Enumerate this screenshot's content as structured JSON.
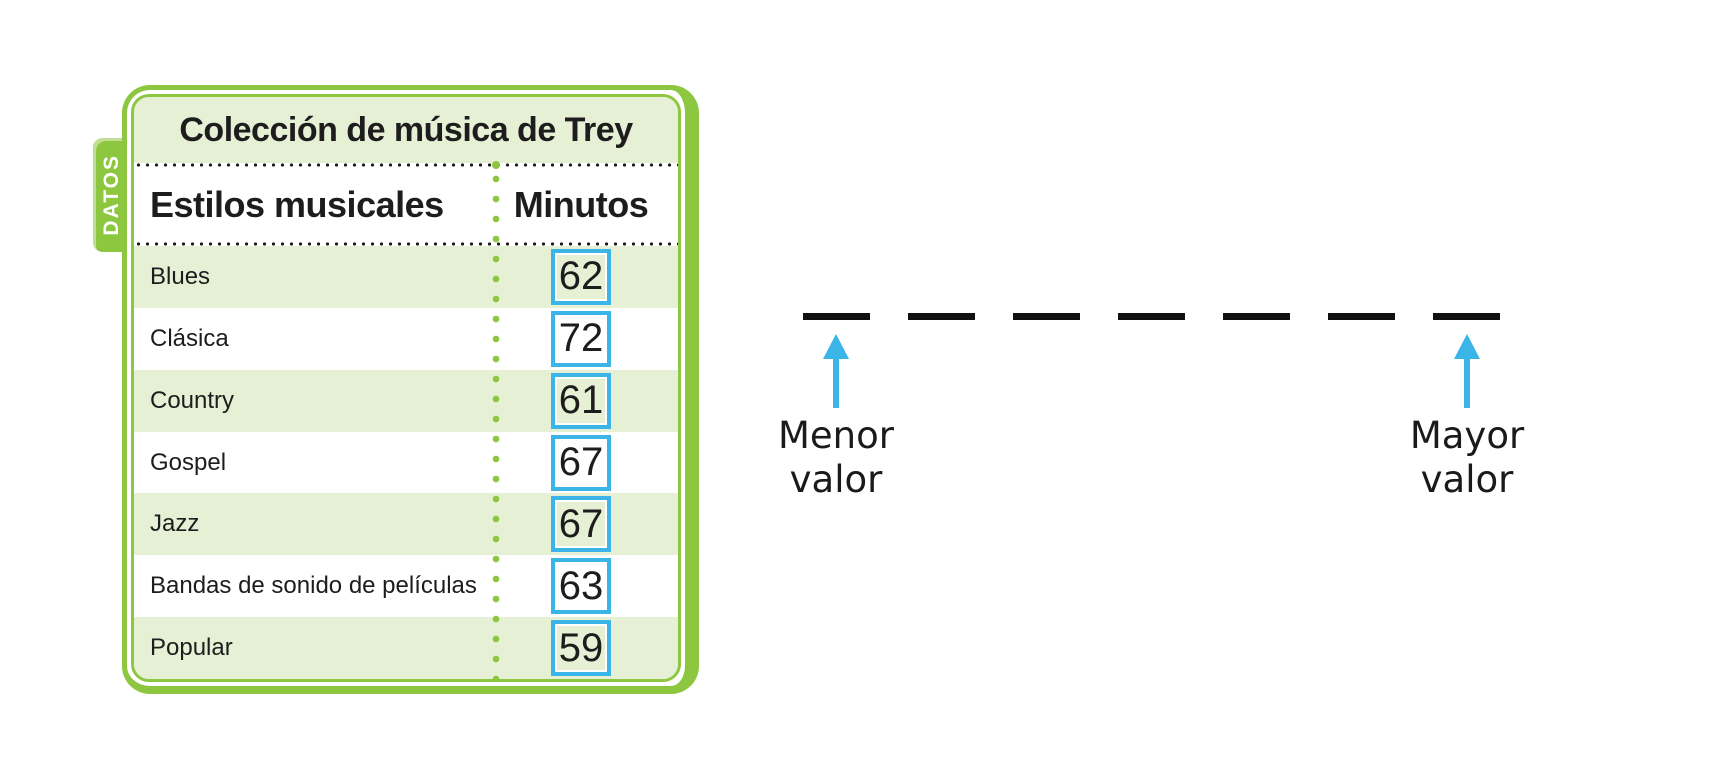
{
  "datos_tab": "DATOS",
  "table": {
    "title": "Colección de música de Trey",
    "columns": [
      "Estilos musicales",
      "Minutos"
    ],
    "rows": [
      {
        "label": "Blues",
        "value": "62"
      },
      {
        "label": "Clásica",
        "value": "72"
      },
      {
        "label": "Country",
        "value": "61"
      },
      {
        "label": "Gospel",
        "value": "67"
      },
      {
        "label": "Jazz",
        "value": "67"
      },
      {
        "label": "Bandas de sonido de películas",
        "value": "63"
      },
      {
        "label": "Popular",
        "value": "59"
      }
    ]
  },
  "answer_area": {
    "blanks_count": 7,
    "min_label_lines": [
      "Menor",
      "valor"
    ],
    "max_label_lines": [
      "Mayor",
      "valor"
    ]
  },
  "chart_data": {
    "type": "table",
    "title": "Colección de música de Trey",
    "categories": [
      "Blues",
      "Clásica",
      "Country",
      "Gospel",
      "Jazz",
      "Bandas de sonido de películas",
      "Popular"
    ],
    "values": [
      62,
      72,
      61,
      67,
      67,
      63,
      59
    ],
    "value_label": "Minutos"
  },
  "colors": {
    "green_border": "#8DC63F",
    "green_light": "#E5F0D5",
    "blue_accent": "#3BB5E8",
    "text_black": "#1E1C1D"
  }
}
